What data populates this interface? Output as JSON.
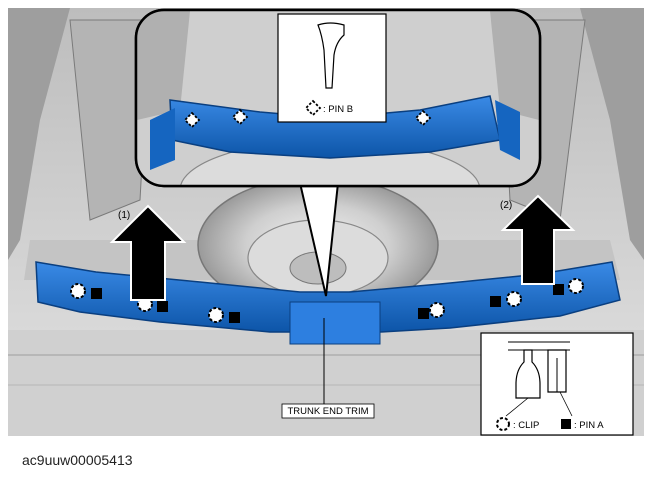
{
  "labels": {
    "step1": "(1)",
    "step2": "(2)",
    "part": "TRUNK END TRIM",
    "pin_b": ": PIN B",
    "clip": ": CLIP",
    "pin_a": ": PIN A"
  },
  "caption": "ac9uuw00005413",
  "colors": {
    "trim_blue": "#1a73d6",
    "trim_dark": "#0d55a8",
    "body_gray": "#d9d9d9",
    "arrow": "#000000"
  },
  "icons": {
    "clip": "dashed-circle-clip-icon",
    "pin_a": "black-square-pin-icon",
    "pin_b": "dashed-diamond-pin-icon",
    "removal_arrow": "up-arrow-icon"
  }
}
